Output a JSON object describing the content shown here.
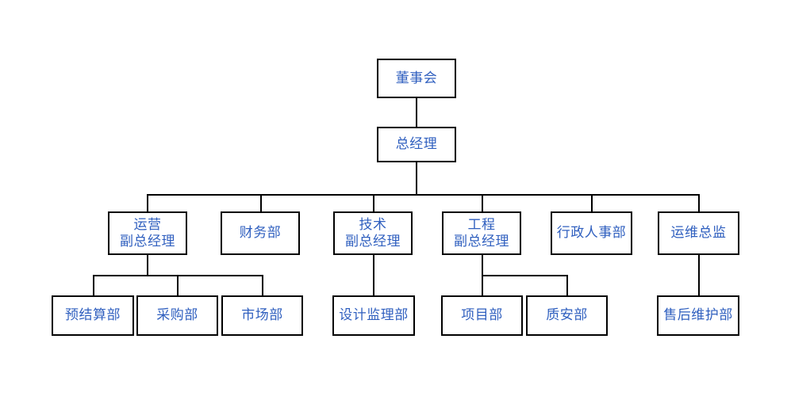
{
  "chart_data": {
    "type": "diagram",
    "subtype": "organizational-chart",
    "title": "",
    "orientation": "top-down",
    "colors": {
      "node_border": "#000000",
      "node_fill": "#ffffff",
      "text": "#2f5fbf",
      "connector": "#000000",
      "background": "#ffffff"
    },
    "levels": [
      [
        "董事会"
      ],
      [
        "总经理"
      ],
      [
        "运营\n副总经理",
        "财务部",
        "技术\n副总经理",
        "工程\n副总经理",
        "行政人事部",
        "运维总监"
      ],
      [
        "预结算部",
        "采购部",
        "市场部",
        "设计监理部",
        "项目部",
        "质安部",
        "售后维护部"
      ]
    ],
    "edges": [
      {
        "from": "董事会",
        "to": "总经理"
      },
      {
        "from": "总经理",
        "to": "运营副总经理"
      },
      {
        "from": "总经理",
        "to": "财务部"
      },
      {
        "from": "总经理",
        "to": "技术副总经理"
      },
      {
        "from": "总经理",
        "to": "工程副总经理"
      },
      {
        "from": "总经理",
        "to": "行政人事部"
      },
      {
        "from": "总经理",
        "to": "运维总监"
      },
      {
        "from": "运营副总经理",
        "to": "预结算部"
      },
      {
        "from": "运营副总经理",
        "to": "采购部"
      },
      {
        "from": "运营副总经理",
        "to": "市场部"
      },
      {
        "from": "技术副总经理",
        "to": "设计监理部"
      },
      {
        "from": "工程副总经理",
        "to": "项目部"
      },
      {
        "from": "工程副总经理",
        "to": "质安部"
      },
      {
        "from": "运维总监",
        "to": "售后维护部"
      }
    ]
  },
  "nodes": {
    "board": {
      "label": "董事会",
      "line1": "董事会",
      "line2": ""
    },
    "general_manager": {
      "label": "总经理",
      "line1": "总经理",
      "line2": ""
    },
    "ops_vp": {
      "label": "运营副总经理",
      "line1": "运营",
      "line2": "副总经理"
    },
    "finance_dept": {
      "label": "财务部",
      "line1": "财务部",
      "line2": ""
    },
    "tech_vp": {
      "label": "技术副总经理",
      "line1": "技术",
      "line2": "副总经理"
    },
    "eng_vp": {
      "label": "工程副总经理",
      "line1": "工程",
      "line2": "副总经理"
    },
    "admin_hr_dept": {
      "label": "行政人事部",
      "line1": "行政人事部",
      "line2": ""
    },
    "ops_director": {
      "label": "运维总监",
      "line1": "运维总监",
      "line2": ""
    },
    "budget_dept": {
      "label": "预结算部",
      "line1": "预结算部",
      "line2": ""
    },
    "purchasing_dept": {
      "label": "采购部",
      "line1": "采购部",
      "line2": ""
    },
    "marketing_dept": {
      "label": "市场部",
      "line1": "市场部",
      "line2": ""
    },
    "design_supervision_dept": {
      "label": "设计监理部",
      "line1": "设计监理部",
      "line2": ""
    },
    "project_dept": {
      "label": "项目部",
      "line1": "项目部",
      "line2": ""
    },
    "quality_safety_dept": {
      "label": "质安部",
      "line1": "质安部",
      "line2": ""
    },
    "after_sales_maintenance_dept": {
      "label": "售后维护部",
      "line1": "售后维护部",
      "line2": ""
    }
  }
}
